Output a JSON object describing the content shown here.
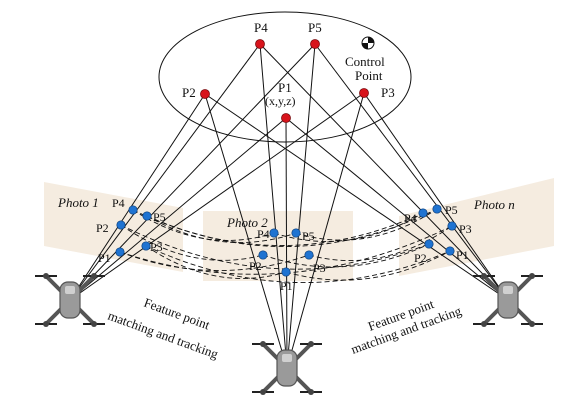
{
  "colors": {
    "background": "#ffffff",
    "photo_frame": "#f5ece0",
    "control_point": "#d8141c",
    "image_point": "#1f73d1",
    "line": "#111111",
    "drone_body": "#9a9a9a",
    "drone_outline": "#555555"
  },
  "control": {
    "point_labels": [
      "P1",
      "P2",
      "P3",
      "P4",
      "P5"
    ],
    "coord_label": "(x,y,z)",
    "legend_label_line1": "Control",
    "legend_label_line2": "Point",
    "legend_icon": "target-icon"
  },
  "photos": {
    "left_label": "Photo 1",
    "middle_label": "Photo 2",
    "right_label": "Photo n"
  },
  "feature_text": {
    "left_line1": "Feature point",
    "left_line2": "matching and tracking",
    "right_line1": "Feature point",
    "right_line2": "matching and tracking"
  },
  "drones": {
    "icon": "drone-icon",
    "count": 3
  }
}
